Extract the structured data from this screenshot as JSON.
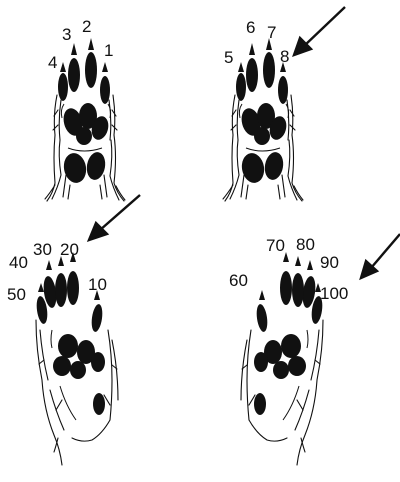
{
  "colors": {
    "ink": "#111111",
    "background": "#ffffff"
  },
  "panels": [
    {
      "id": "top-left",
      "labels": [
        "1",
        "2",
        "3",
        "4"
      ]
    },
    {
      "id": "top-right",
      "labels": [
        "5",
        "6",
        "7",
        "8"
      ]
    },
    {
      "id": "bottom-left",
      "labels": [
        "10",
        "20",
        "30",
        "40",
        "50"
      ]
    },
    {
      "id": "bottom-right",
      "labels": [
        "60",
        "70",
        "80",
        "90",
        "100"
      ]
    }
  ]
}
